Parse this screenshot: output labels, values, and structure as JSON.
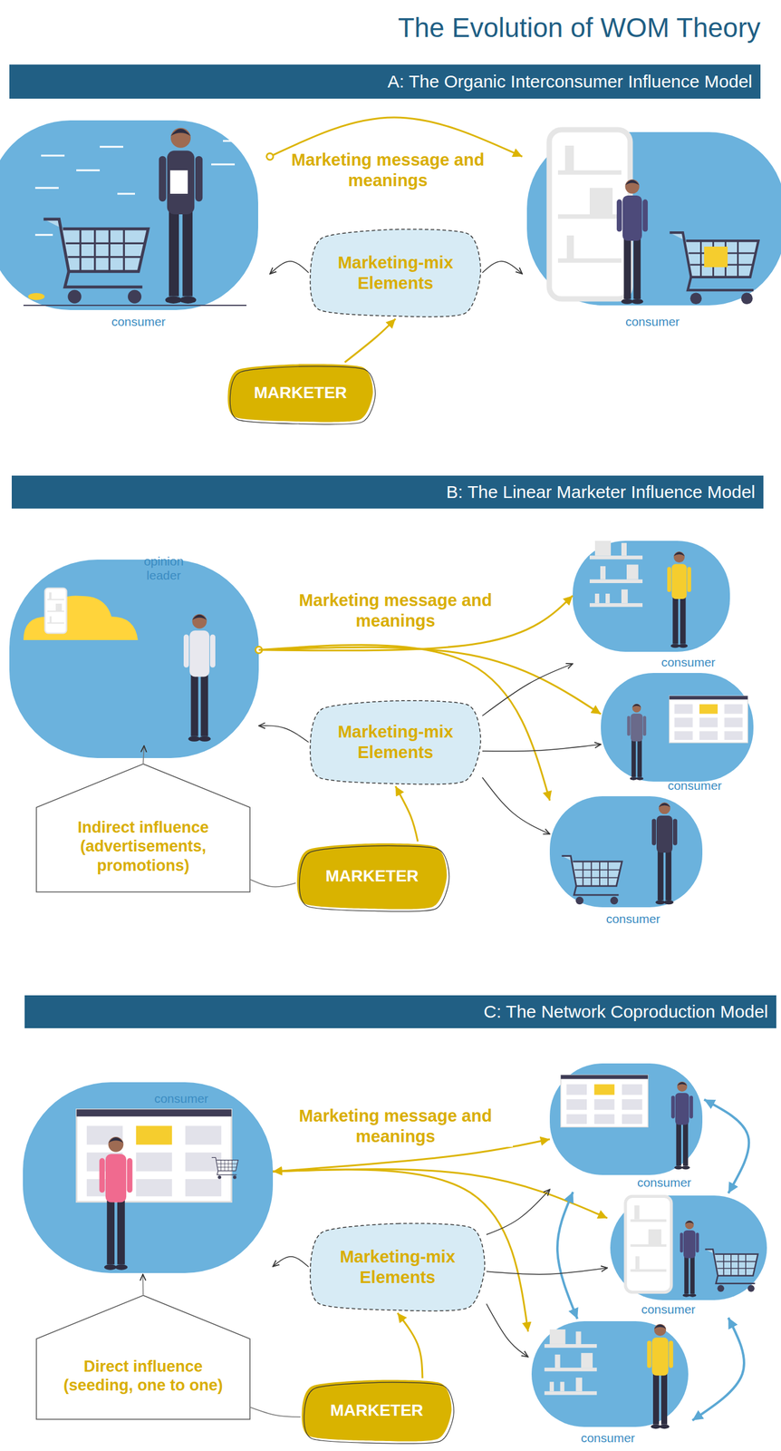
{
  "diagram": {
    "title": "The Evolution of WOM Theory",
    "nodes": [
      {
        "text": [
          "A: The Organic Interconsumer Influence Model"
        ]
      },
      {
        "text": [
          "consumer"
        ]
      },
      {
        "text": [
          "consumer"
        ]
      },
      {
        "text": [
          "Marketing-mix Elements"
        ]
      },
      {
        "text": [
          "MARKETER"
        ]
      },
      {
        "text": [
          "B: The Linear Marketer Influence Model"
        ]
      },
      {
        "text": [
          "opinion leader"
        ]
      },
      {
        "text": [
          "consumer"
        ]
      },
      {
        "text": [
          "consumer"
        ]
      },
      {
        "text": [
          "consumer"
        ]
      },
      {
        "text": [
          "Marketing-mix Elements"
        ]
      },
      {
        "text": [
          "MARKETER"
        ]
      },
      {
        "text": [
          "Indirect influence (advertisements, promotions)"
        ]
      },
      {
        "text": [
          "C: The Network Coproduction Model"
        ]
      },
      {
        "text": [
          "consumer"
        ]
      },
      {
        "text": [
          "consumer"
        ]
      },
      {
        "text": [
          "consumer"
        ]
      },
      {
        "text": [
          "consumer"
        ]
      },
      {
        "text": [
          "Marketing-mix Elements"
        ]
      },
      {
        "text": [
          "MARKETER"
        ]
      },
      {
        "text": [
          "Direct influence (seeding, one to one)"
        ]
      }
    ],
    "edges": [
      {
        "from": 1,
        "to": 2,
        "arrow": "to",
        "label": "Marketing message and meanings"
      },
      {
        "from": 3,
        "to": 1,
        "arrow": "to"
      },
      {
        "from": 3,
        "to": 2,
        "arrow": "to"
      },
      {
        "from": 4,
        "to": 3,
        "arrow": "to"
      },
      {
        "from": 6,
        "to": 7,
        "arrow": "to",
        "label": "Marketing message and meanings"
      },
      {
        "from": 6,
        "to": 8,
        "arrow": "to"
      },
      {
        "from": 6,
        "to": 9,
        "arrow": "to"
      },
      {
        "from": 10,
        "to": 6,
        "arrow": "to"
      },
      {
        "from": 10,
        "to": 7,
        "arrow": "to"
      },
      {
        "from": 10,
        "to": 8,
        "arrow": "to"
      },
      {
        "from": 10,
        "to": 9,
        "arrow": "to"
      },
      {
        "from": 11,
        "to": 10,
        "arrow": "to"
      },
      {
        "from": 11,
        "to": 12,
        "arrow": "none"
      },
      {
        "from": 12,
        "to": 6,
        "arrow": "to"
      },
      {
        "from": 14,
        "to": 15,
        "arrow": "both",
        "label": "Marketing message and meanings"
      },
      {
        "from": 14,
        "to": 16,
        "arrow": "to"
      },
      {
        "from": 14,
        "to": 17,
        "arrow": "to"
      },
      {
        "from": 15,
        "to": 16,
        "arrow": "both"
      },
      {
        "from": 16,
        "to": 17,
        "arrow": "both"
      },
      {
        "from": 15,
        "to": 17,
        "arrow": "both"
      },
      {
        "from": 18,
        "to": 14,
        "arrow": "to"
      },
      {
        "from": 18,
        "to": 15,
        "arrow": "to"
      },
      {
        "from": 18,
        "to": 16,
        "arrow": "to"
      },
      {
        "from": 18,
        "to": 17,
        "arrow": "to"
      },
      {
        "from": 19,
        "to": 18,
        "arrow": "to"
      },
      {
        "from": 19,
        "to": 20,
        "arrow": "none"
      },
      {
        "from": 20,
        "to": 14,
        "arrow": "to"
      }
    ]
  }
}
